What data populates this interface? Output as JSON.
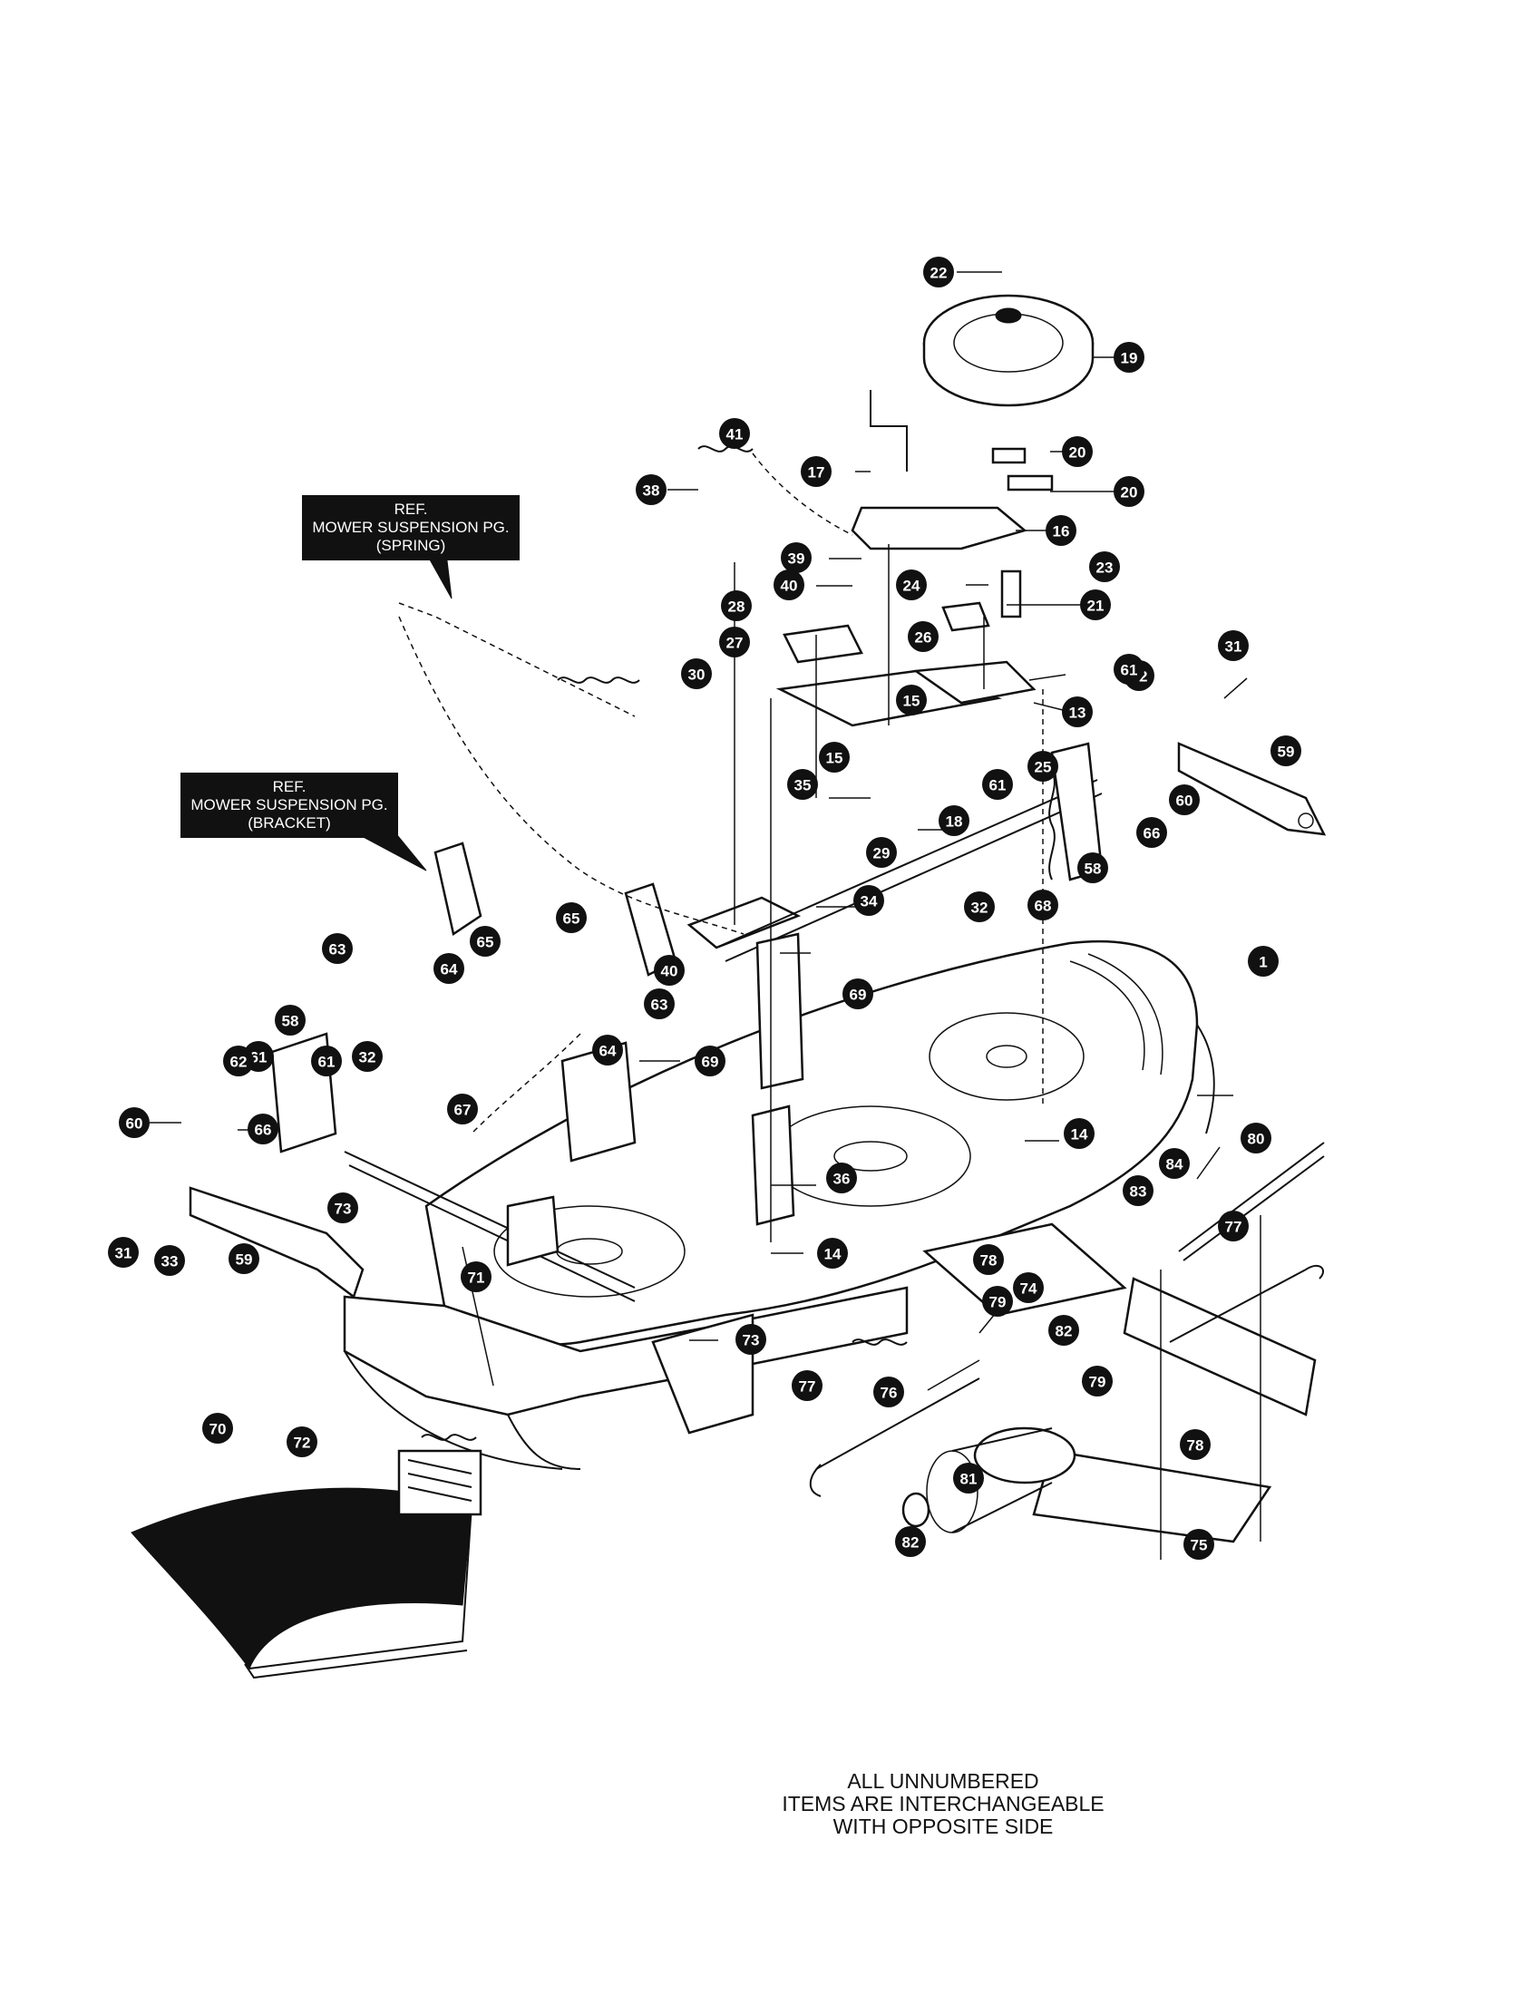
{
  "ref_labels": [
    {
      "id": "spring",
      "lines": [
        "REF.",
        "MOWER SUSPENSION PG.",
        "(SPRING)"
      ]
    },
    {
      "id": "bracket",
      "lines": [
        "REF.",
        "MOWER SUSPENSION PG.",
        "(BRACKET)"
      ]
    }
  ],
  "note": {
    "lines": [
      "ALL UNNUMBERED",
      "ITEMS ARE INTERCHANGEABLE",
      "WITH OPPOSITE SIDE"
    ]
  },
  "callouts": [
    "22",
    "19",
    "41",
    "20",
    "17",
    "38",
    "20",
    "16",
    "39",
    "23",
    "40",
    "24",
    "21",
    "28",
    "27",
    "26",
    "15",
    "30",
    "13",
    "31",
    "62",
    "61",
    "15",
    "59",
    "61",
    "25",
    "18",
    "60",
    "66",
    "35",
    "29",
    "58",
    "32",
    "68",
    "34",
    "65",
    "63",
    "64",
    "65",
    "40",
    "1",
    "63",
    "69",
    "58",
    "61",
    "61",
    "32",
    "64",
    "69",
    "62",
    "67",
    "60",
    "14",
    "66",
    "80",
    "84",
    "36",
    "83",
    "73",
    "77",
    "14",
    "31",
    "33",
    "59",
    "71",
    "78",
    "74",
    "79",
    "82",
    "73",
    "77",
    "76",
    "79",
    "70",
    "72",
    "78",
    "81",
    "82",
    "75"
  ]
}
